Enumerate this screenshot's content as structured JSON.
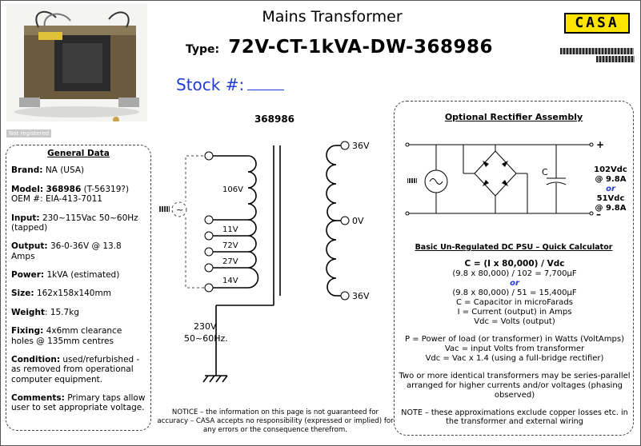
{
  "header": {
    "title": "Mains Transformer",
    "type_label": "Type:",
    "type_value": "72V-CT-1kVA-DW-368986",
    "stock_label": "Stock #:",
    "logo_text": "CASA",
    "not_registered": "Not registered"
  },
  "general": {
    "heading": "General Data",
    "brand_label": "Brand:",
    "brand_value": "NA (USA)",
    "model_label": "Model:",
    "model_bold": "368986",
    "model_rest": "(T-56319?)",
    "oem_value": "OEM #: EIA-413-7011",
    "input_label": "Input:",
    "input_value": "230~115Vac 50~60Hz (tapped)",
    "output_label": "Output:",
    "output_value": "36-0-36V @ 13.8 Amps",
    "power_label": "Power:",
    "power_value": "1kVA (estimated)",
    "size_label": "Size:",
    "size_value": "162x158x140mm",
    "weight_label": "Weight",
    "weight_value": ": 15.7kg",
    "fixing_label": "Fixing:",
    "fixing_value": "4x6mm clearance holes @ 135mm centres",
    "condition_label": "Condition:",
    "condition_value": "used/refurbished - as removed from operational computer equipment.",
    "comments_label": "Comments:",
    "comments_value": "Primary taps allow user to set appropriate voltage."
  },
  "schematic": {
    "part_number": "368986",
    "primary_taps": [
      "106V",
      "11V",
      "72V",
      "27V",
      "14V"
    ],
    "secondary_labels": [
      "36V",
      "0V",
      "36V"
    ],
    "supply_line1": "230V",
    "supply_line2": "50~60Hz."
  },
  "notice": "NOTICE – the information on this page is not guaranteed for accuracy – CASA accepts no responsibility (expressed or implied) for any errors or the consequence therefrom.",
  "rectifier": {
    "title": "Optional Rectifier Assembly",
    "plus": "+",
    "minus": "–",
    "cap_label": "C",
    "out1_v": "102Vdc",
    "out1_a": "@ 9.8A",
    "or_text": "or",
    "out2_v": "51Vdc",
    "out2_a": "@ 9.8A"
  },
  "calculator": {
    "title": "Basic Un-Regulated DC PSU – Quick Calculator",
    "formula": "C = (I x 80,000) / Vdc",
    "ex1": "(9.8 x 80,000) / 102 = 7,700µF",
    "or_text": "or",
    "ex2": "(9.8 x 80,000) / 51 = 15,400µF",
    "def_c": "C = Capacitor in microFarads",
    "def_i": "I = Current (output) in Amps",
    "def_v": "Vdc = Volts (output)",
    "def_p": "P = Power of load (or transformer) in Watts (VoltAmps)",
    "def_vac": "Vac = input Volts from transformer",
    "def_vdc2": "Vdc = Vac x 1.4 (using a full-bridge rectifier)",
    "series_note": "Two or more identical transformers may be series-parallel arranged for higher currents and/or voltages (phasing observed)",
    "losses_note": "NOTE – these approximations exclude copper losses etc. in the transformer and external wiring"
  }
}
